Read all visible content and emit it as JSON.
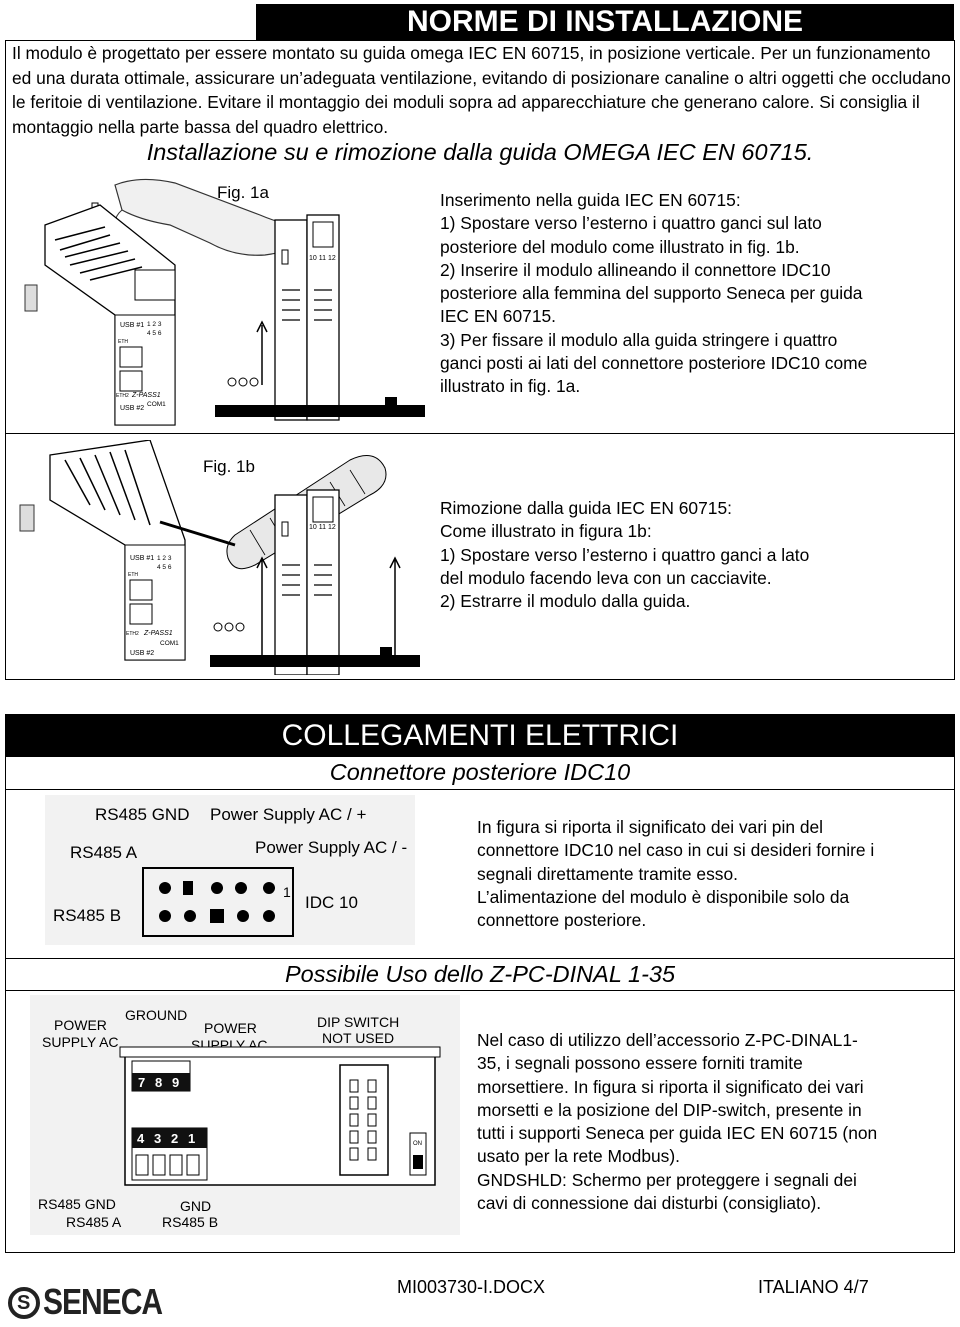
{
  "install": {
    "title": "NORME DI INSTALLAZIONE",
    "intro": "Il modulo è progettato per essere montato su guida omega IEC EN 60715, in posizione verticale. Per un funzionamento ed una durata ottimale, assicurare un’adeguata ventilazione, evitando di posizionare canaline o altri oggetti che occludano le feritoie di ventilazione. Evitare il montaggio dei moduli sopra ad apparecchiature che generano calore. Si consiglia il montaggio nella parte bassa del quadro elettrico.",
    "subtitle": "Installazione su e rimozione dalla guida OMEGA IEC EN 60715.",
    "fig1a": {
      "label": "Fig. 1a",
      "lines": [
        "Inserimento nella guida  IEC EN 60715:",
        "1) Spostare verso l’esterno i quattro ganci sul lato",
        "posteriore del modulo come illustrato in fig. 1b.",
        "2)  Inserire il modulo allineando il connettore IDC10",
        "posteriore alla femmina del supporto Seneca per guida",
        "IEC EN 60715.",
        "3) Per fissare il modulo alla guida stringere i quattro",
        "ganci posti ai lati del connettore posteriore IDC10 come",
        "illustrato in fig. 1a."
      ]
    },
    "fig1b": {
      "label": "Fig. 1b",
      "lines": [
        "Rimozione dalla guida IEC EN 60715:",
        "Come illustrato in figura 1b:",
        "1) Spostare verso l’esterno i quattro ganci a lato",
        "del modulo facendo leva con un cacciavite.",
        "2) Estrarre il modulo dalla guida."
      ]
    },
    "device_labels": {
      "usb1": "USB #1",
      "usb2": "USB #2",
      "eth": "ETH",
      "eth2": "ETH2",
      "model": "Z-PASS1",
      "com1": "COM1",
      "pins_top": "1  2  3",
      "pins_bottom": "4  5  6",
      "terminal": "10 11 12"
    }
  },
  "wiring": {
    "title": "COLLEGAMENTI ELETTRICI",
    "subtitle1": "Connettore posteriore IDC10",
    "idc_labels": {
      "rs485_gnd": "RS485 GND",
      "power_ac_plus": "Power Supply AC / +",
      "rs485_a": "RS485 A",
      "power_ac_minus": "Power Supply AC / -",
      "pin1": "1",
      "idc": "IDC 10",
      "rs485_b": "RS485 B"
    },
    "idc_lines": [
      "In figura si riporta il significato dei vari pin del",
      "connettore IDC10 nel caso in cui si desideri fornire i",
      "segnali direttamente tramite esso.",
      "L’alimentazione del modulo è disponibile solo da",
      "connettore posteriore."
    ],
    "subtitle2": "Possibile Uso dello Z-PC-DINAL 1-35",
    "dinal_labels": {
      "power1": "POWER",
      "supply1": "SUPPLY AC",
      "ground": "GROUND",
      "power2": "POWER",
      "supply2": "SUPPLY AC",
      "dip1": "DIP SWITCH",
      "dip2": "NOT USED",
      "t7": "7",
      "t8": "8",
      "t9": "9",
      "t4": "4",
      "t3": "3",
      "t2": "2",
      "t1": "1",
      "rs485_gnd": "RS485 GND",
      "rs485_a": "RS485 A",
      "gnd": "GND",
      "rs485_b": "RS485 B",
      "on": "ON"
    },
    "dinal_lines": [
      "Nel caso di utilizzo dell’accessorio Z-PC-DINAL1-",
      "35, i segnali possono essere forniti tramite",
      "morsettiere. In figura si riporta il significato dei vari",
      "morsetti e la posizione del DIP-switch,  presente in",
      "tutti i supporti Seneca per guida IEC EN 60715 (non",
      "usato per la rete Modbus).",
      "GNDSHLD: Schermo per proteggere i segnali dei",
      "cavi di connessione dai disturbi (consigliato)."
    ]
  },
  "footer": {
    "logo_text": "SENECA",
    "doc": "MI003730-I.DOCX",
    "page": "ITALIANO 4/7"
  }
}
